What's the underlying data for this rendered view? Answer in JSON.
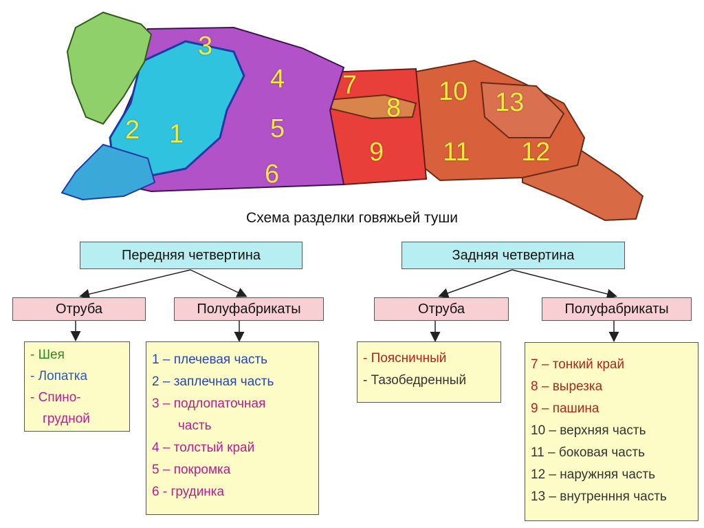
{
  "caption": "Схема разделки говяжьей туши",
  "cut_labels": [
    "1",
    "2",
    "3",
    "4",
    "5",
    "6",
    "7",
    "8",
    "9",
    "10",
    "11",
    "12",
    "13"
  ],
  "front": {
    "title": "Передняя четвертина",
    "otruba_label": "Отруба",
    "polu_label": "Полуфабрикаты",
    "otruba_items": [
      "- Шея",
      "- Лопатка",
      "- Спино-",
      "грудной"
    ],
    "polu_items": [
      "1 – плечевая часть",
      "2 – заплечная часть",
      "3 – подлопаточная",
      "часть",
      "4 – толстый край",
      "5 – покромка",
      "6 - грудинка"
    ]
  },
  "rear": {
    "title": "Задняя четвертина",
    "otruba_label": "Отруба",
    "polu_label": "Полуфабрикаты",
    "otruba_items": [
      "- Поясничный",
      "- Тазобедренный"
    ],
    "polu_items": [
      "7 – тонкий край",
      "8 – вырезка",
      "9 – пашина",
      "10 – верхняя часть",
      "11 – боковая часть",
      "12 – наружняя часть",
      "13 – внутренння часть"
    ]
  },
  "colors": {
    "neck": "#8fd06a",
    "shoulder": "#2fc3df",
    "front_body": "#b152c9",
    "loin": "#e83f3a",
    "hind": "#d8603a",
    "quarter_box": "#b7eef2",
    "category_box": "#f8cfd3",
    "list_box": "#fdfcc6"
  }
}
